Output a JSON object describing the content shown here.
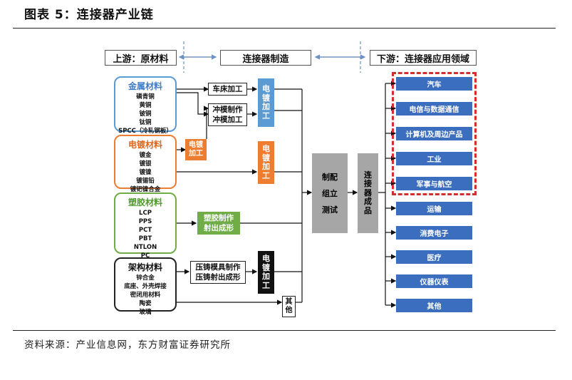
{
  "figure_title": "图表 5：连接器产业链",
  "source_note": "资料来源：产业信息网，东方财富证券研究所",
  "colors": {
    "metal": "#5b9bd5",
    "plating": "#ed7d31",
    "plastic": "#70ad47",
    "frame": "#222222",
    "process_gray": "#a6a6a6",
    "application": "#3c6ebf",
    "highlight_dash": "#d32f2f"
  },
  "stages": {
    "upstream": "上游：原材料",
    "midstream": "连接器制造",
    "downstream": "下游：连接器应用领域"
  },
  "materials": [
    {
      "title": "金属材料",
      "items": [
        "磷青铜",
        "黄铜",
        "铍铜",
        "钛铜",
        "SPCC（冷轧钢板）"
      ]
    },
    {
      "title": "电镀材料",
      "items": [
        "镀金",
        "镀银",
        "镀镍",
        "镀锡铅",
        "镀钯镍合金"
      ]
    },
    {
      "title": "塑胶材料",
      "items": [
        "LCP",
        "PPS",
        "PCT",
        "PBT",
        "NTLON",
        "PC"
      ]
    },
    {
      "title": "架构材料",
      "items": [
        "锌合金",
        "底座、外壳焊接",
        "密闭用材料",
        "陶瓷",
        "玻璃"
      ]
    }
  ],
  "processes": {
    "lathe": "车床加工",
    "stamping": [
      "冲模制作",
      "冲模加工"
    ],
    "plating_small": "电镀加工",
    "plating_metal": "电镀加工",
    "plating_mid": "电镀加工",
    "injection": [
      "塑胶制作",
      "射出成形"
    ],
    "diecast": [
      "压铸模具制作",
      "压铸射出成形"
    ],
    "plating_black": "电镀加工",
    "other": "其他"
  },
  "assembly": [
    "制配",
    "组立",
    "测试"
  ],
  "product": "连接器成品",
  "applications": [
    "汽车",
    "电信与数据通信",
    "计算机及周边产品",
    "工业",
    "军事与航空",
    "运输",
    "消费电子",
    "医疗",
    "仪器仪表",
    "其他"
  ]
}
